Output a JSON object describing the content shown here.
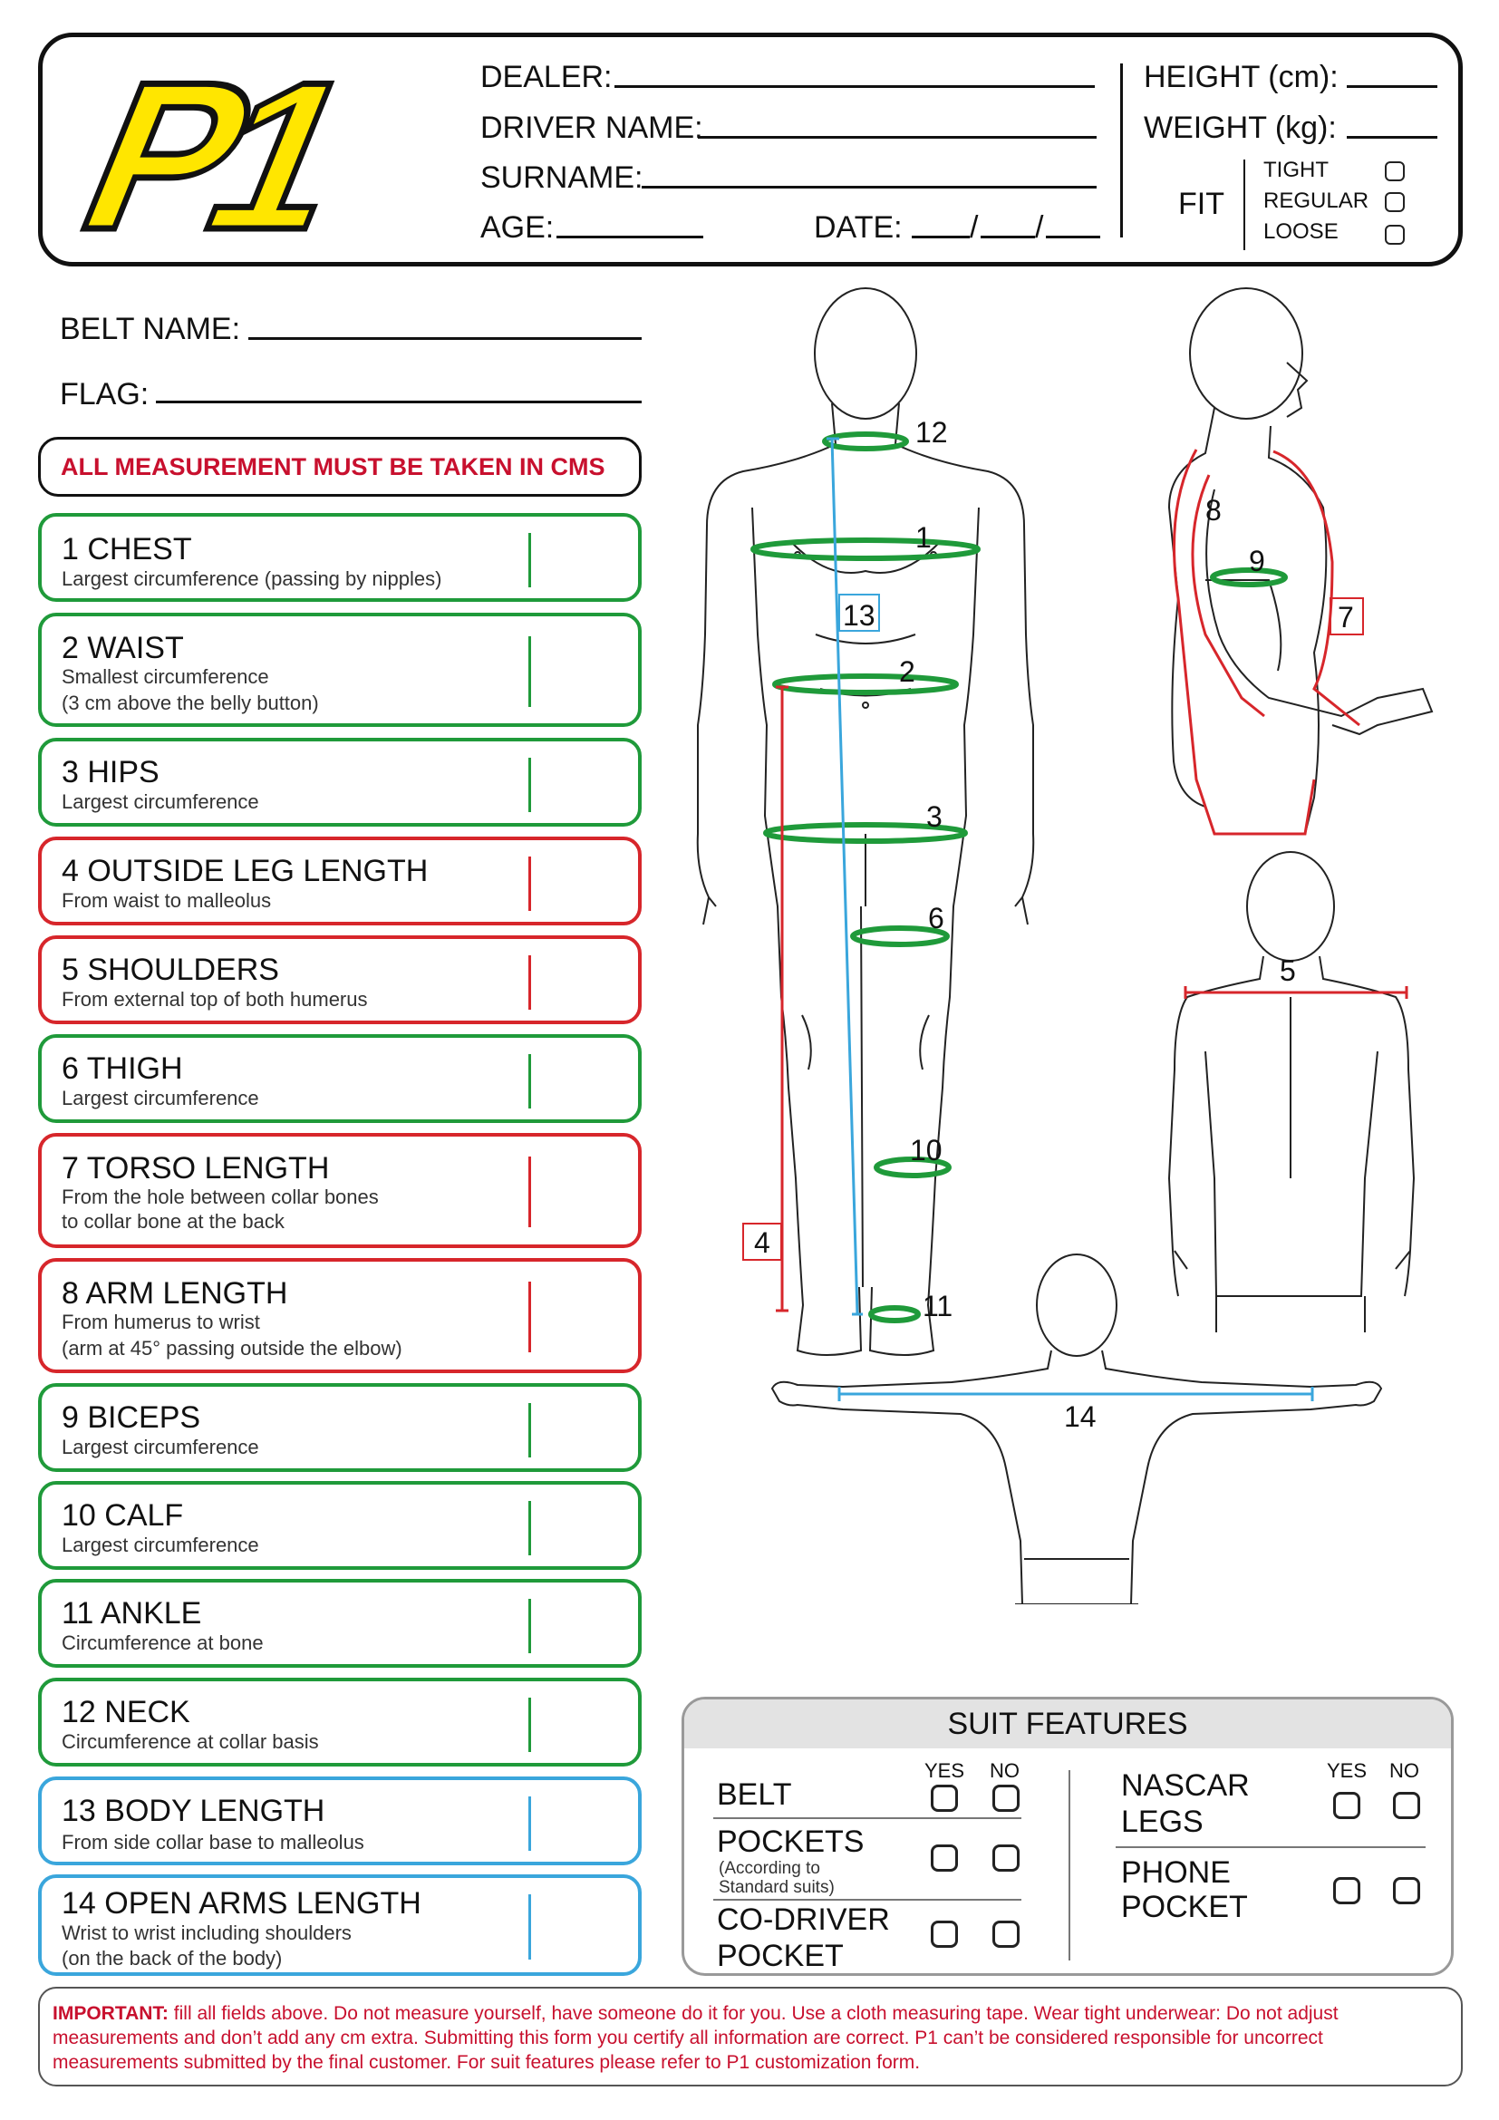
{
  "logo": {
    "text": "P1",
    "color": "#ffe600"
  },
  "header": {
    "dealer_label": "DEALER:",
    "driver_name_label": "DRIVER NAME:",
    "surname_label": "SURNAME:",
    "age_label": "AGE:",
    "date_label": "DATE:",
    "date_sep1": "/",
    "date_sep2": "/",
    "height_label": "HEIGHT (cm):",
    "weight_label": "WEIGHT (kg):",
    "fit_label": "FIT",
    "fit_options": [
      "TIGHT",
      "REGULAR",
      "LOOSE"
    ]
  },
  "belt_name_label": "BELT NAME:",
  "flag_label": "FLAG:",
  "notice": "ALL MEASUREMENT MUST BE TAKEN IN CMS",
  "measurements": [
    {
      "title": "1 CHEST",
      "desc1": "Largest circumference (passing by nipples)",
      "desc2": "",
      "color": "green"
    },
    {
      "title": "2 WAIST",
      "desc1": "Smallest circumference",
      "desc2": "(3 cm above the belly button)",
      "color": "green"
    },
    {
      "title": "3 HIPS",
      "desc1": "Largest circumference",
      "desc2": "",
      "color": "green"
    },
    {
      "title": "4 OUTSIDE LEG LENGTH",
      "desc1": "From waist to malleolus",
      "desc2": "",
      "color": "red"
    },
    {
      "title": "5 SHOULDERS",
      "desc1": "From external top of both humerus",
      "desc2": "",
      "color": "red"
    },
    {
      "title": "6 THIGH",
      "desc1": "Largest circumference",
      "desc2": "",
      "color": "green"
    },
    {
      "title": "7 TORSO LENGTH",
      "desc1": "From the hole between collar bones",
      "desc2": "to collar bone at the back",
      "color": "red"
    },
    {
      "title": "8 ARM LENGTH",
      "desc1": "From humerus to wrist",
      "desc2": "(arm at 45° passing outside the elbow)",
      "color": "red"
    },
    {
      "title": "9 BICEPS",
      "desc1": "Largest circumference",
      "desc2": "",
      "color": "green"
    },
    {
      "title": "10 CALF",
      "desc1": "Largest circumference",
      "desc2": "",
      "color": "green"
    },
    {
      "title": "11 ANKLE",
      "desc1": "Circumference at bone",
      "desc2": "",
      "color": "green"
    },
    {
      "title": "12 NECK",
      "desc1": "Circumference at collar basis",
      "desc2": "",
      "color": "green"
    },
    {
      "title": "13 BODY LENGTH",
      "desc1": "From side collar base to malleolus",
      "desc2": "",
      "color": "blue"
    },
    {
      "title": "14 OPEN ARMS LENGTH",
      "desc1": "Wrist to wrist including shoulders",
      "desc2": "(on the back of the body)",
      "color": "blue"
    }
  ],
  "figure_labels": {
    "chest": "1",
    "waist": "2",
    "hips": "3",
    "leg": "4",
    "shoulders": "5",
    "thigh": "6",
    "torso": "7",
    "arm": "8",
    "biceps": "9",
    "calf": "10",
    "ankle": "11",
    "neck": "12",
    "body_length": "13",
    "open_arms": "14"
  },
  "colors": {
    "green": "#1f9a3a",
    "red": "#d7262b",
    "blue": "#3aa6dc"
  },
  "suit_features": {
    "title": "SUIT FEATURES",
    "yes": "YES",
    "no": "NO",
    "belt": "BELT",
    "pockets": "POCKETS",
    "pockets_note1": "(According to",
    "pockets_note2": "Standard suits)",
    "codriver1": "CO-DRIVER",
    "codriver2": "POCKET",
    "nascar1": "NASCAR",
    "nascar2": "LEGS",
    "phone1": "PHONE",
    "phone2": "POCKET"
  },
  "important": {
    "label": "IMPORTANT:",
    "text": " fill all fields above. Do not measure yourself, have someone do it for you. Use a cloth measuring tape. Wear tight underwear: Do not adjust measurements and don’t add any cm extra. Submitting this form you certify all information are correct. P1 can’t be considered responsible for uncorrect measurements submitted by the final customer. For suit features please refer to P1 customization form."
  }
}
